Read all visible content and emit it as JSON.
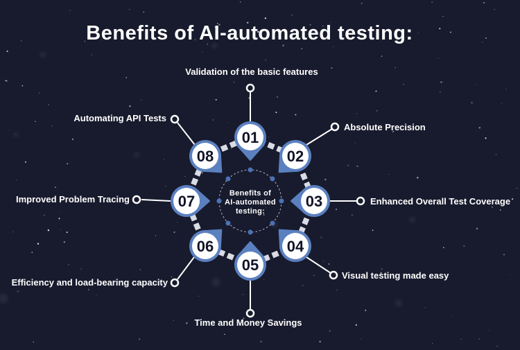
{
  "title": "Benefits of AI-automated testing:",
  "center": {
    "lines": [
      "Benefits of",
      "AI-automated",
      "testing:"
    ]
  },
  "items": [
    {
      "num": "01",
      "label": "Validation of the basic features"
    },
    {
      "num": "02",
      "label": "Absolute Precision"
    },
    {
      "num": "03",
      "label": "Enhanced Overall Test Coverage"
    },
    {
      "num": "04",
      "label": "Visual testing made easy"
    },
    {
      "num": "05",
      "label": "Time and Money Savings"
    },
    {
      "num": "06",
      "label": "Efficiency and load-bearing capacity"
    },
    {
      "num": "07",
      "label": "Improved Problem Tracing"
    },
    {
      "num": "08",
      "label": "Automating API Tests"
    }
  ],
  "colors": {
    "background": "#181b2d",
    "pin_blue": "#5b80c0",
    "ring_light": "#e4e7ee",
    "number_dark": "#111427",
    "text_white": "#ffffff",
    "dot_blue": "#4a72b5"
  }
}
